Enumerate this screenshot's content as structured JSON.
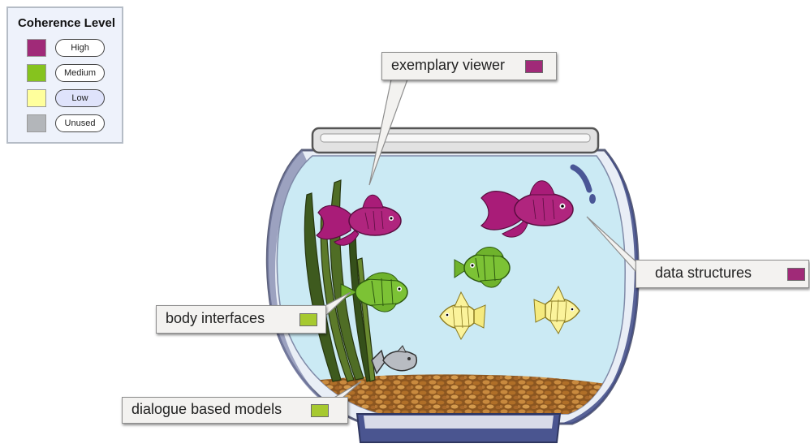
{
  "legend": {
    "title": "Coherence Level",
    "items": [
      {
        "label": "High",
        "color": "#a02a78"
      },
      {
        "label": "Medium",
        "color": "#86c31e"
      },
      {
        "label": "Low",
        "color": "#ffff9c"
      },
      {
        "label": "Unused",
        "color": "#b3b6ba"
      }
    ],
    "selected": "Low"
  },
  "callouts": {
    "exemplary_viewer": {
      "label": "exemplary viewer",
      "level": "High",
      "color": "#a02a78"
    },
    "data_structures": {
      "label": "data structures",
      "level": "High",
      "color": "#a02a78"
    },
    "body_interfaces": {
      "label": "body interfaces",
      "level": "Medium",
      "color": "#a6c92f"
    },
    "dialogue_models": {
      "label": "dialogue based models",
      "level": "Medium",
      "color": "#a6c92f"
    }
  },
  "colors": {
    "water": "#cbeaf4",
    "bowl_rim": "#dadada",
    "bowl_shadow": "#3f4a86",
    "gravel": "#a86a2a",
    "seaweed": "#3e5a1e",
    "fish_high": "#b0257e",
    "fish_medium": "#7cc235",
    "fish_low": "#fbf39b",
    "fish_unused": "#b8bcc2"
  }
}
